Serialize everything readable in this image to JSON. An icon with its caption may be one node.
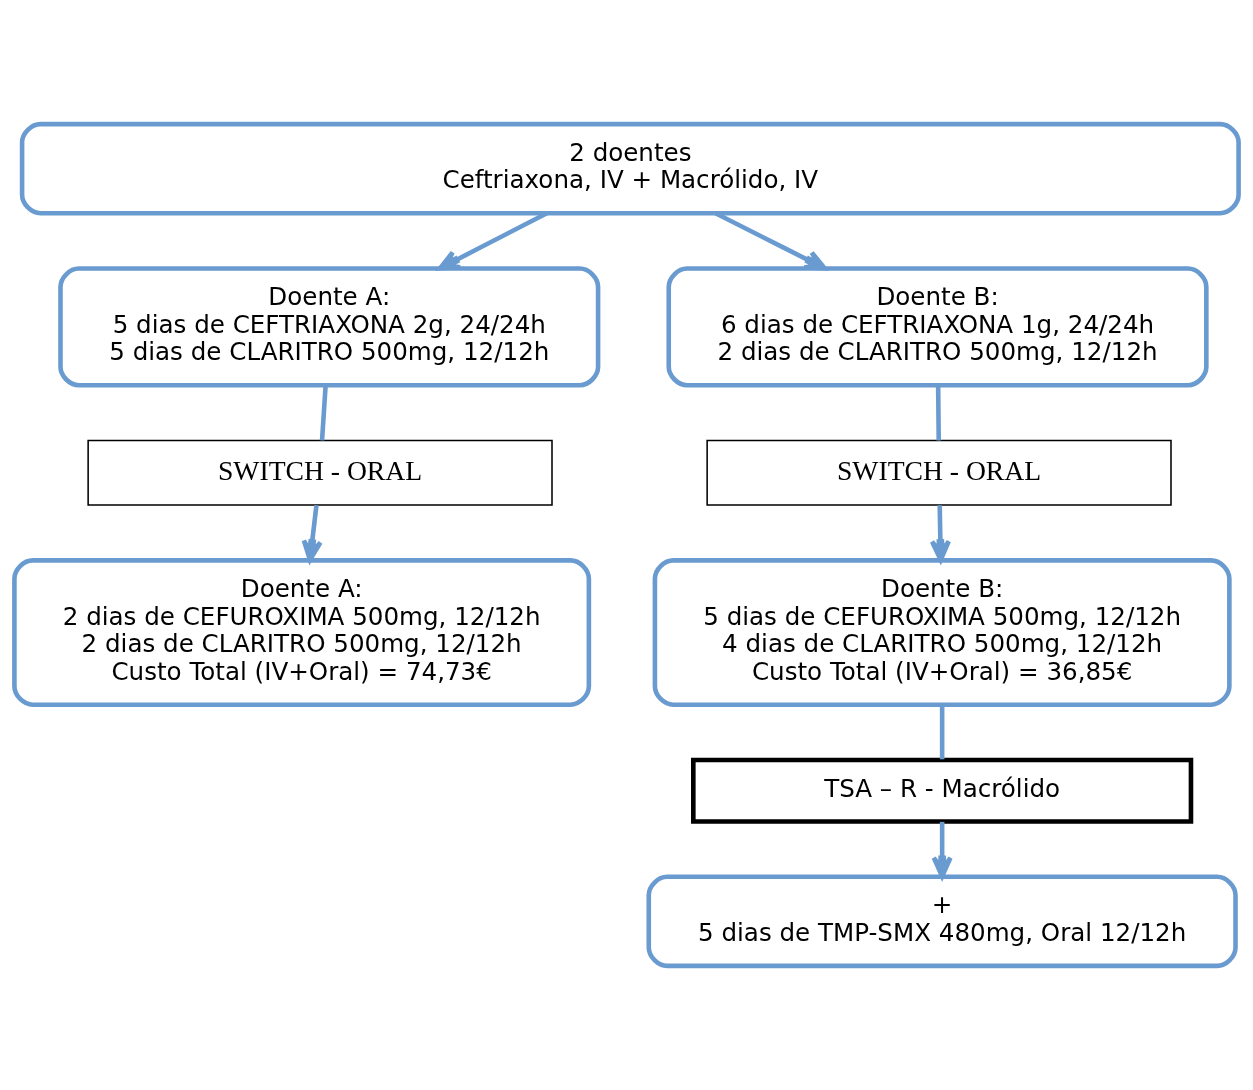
{
  "diagram": {
    "nodes": [
      {
        "text": [
          "2 doentes",
          "Ceftriaxona, IV + Macrólido, IV"
        ]
      },
      {
        "text": [
          "Doente A:",
          "5 dias de CEFTRIAXONA 2g, 24/24h",
          "5 dias de CLARITRO 500mg, 12/12h"
        ]
      },
      {
        "text": [
          "Doente B:",
          "6 dias de CEFTRIAXONA 1g, 24/24h",
          "2 dias de CLARITRO 500mg, 12/12h"
        ]
      },
      {
        "text": [
          "SWITCH - ORAL"
        ]
      },
      {
        "text": [
          "SWITCH - ORAL"
        ]
      },
      {
        "text": [
          "Doente A:",
          "2 dias de CEFUROXIMA 500mg, 12/12h",
          "2 dias de CLARITRO 500mg, 12/12h",
          "Custo Total (IV+Oral) = 74,73€"
        ]
      },
      {
        "text": [
          "Doente B:",
          "5 dias de CEFUROXIMA 500mg, 12/12h",
          "4 dias de CLARITRO 500mg, 12/12h",
          "Custo Total (IV+Oral) = 36,85€"
        ]
      },
      {
        "text": [
          "TSA – R - Macrólido"
        ]
      },
      {
        "text": [
          "+",
          "5 dias de TMP-SMX 480mg, Oral 12/12h"
        ]
      }
    ],
    "edges": [
      {
        "from": 0,
        "to": 1,
        "arrow": "to"
      },
      {
        "from": 0,
        "to": 2,
        "arrow": "to"
      },
      {
        "from": 1,
        "to": 3,
        "arrow": "none"
      },
      {
        "from": 3,
        "to": 5,
        "arrow": "to"
      },
      {
        "from": 2,
        "to": 4,
        "arrow": "none"
      },
      {
        "from": 4,
        "to": 6,
        "arrow": "to"
      },
      {
        "from": 6,
        "to": 7,
        "arrow": "none"
      },
      {
        "from": 7,
        "to": 8,
        "arrow": "to"
      }
    ]
  }
}
